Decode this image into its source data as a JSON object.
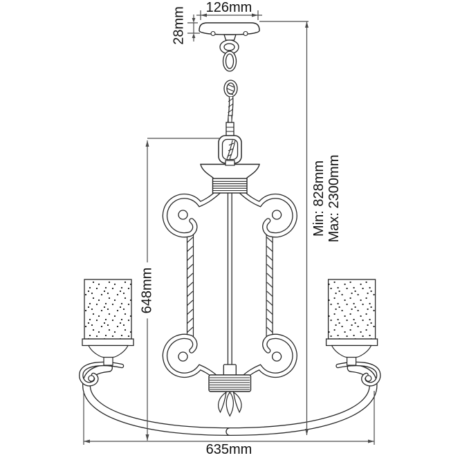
{
  "diagram": {
    "background": "#ffffff",
    "art_line_color": "#262626",
    "dimension_line_color": "#4a4a4a",
    "text_color": "#111111"
  },
  "labels": {
    "canopy_width": "126mm",
    "canopy_height": "28mm",
    "suspension_min": "Min: 828mm",
    "suspension_max": "Max: 2300mm",
    "fixture_height": "648mm",
    "overall_width": "635mm"
  }
}
